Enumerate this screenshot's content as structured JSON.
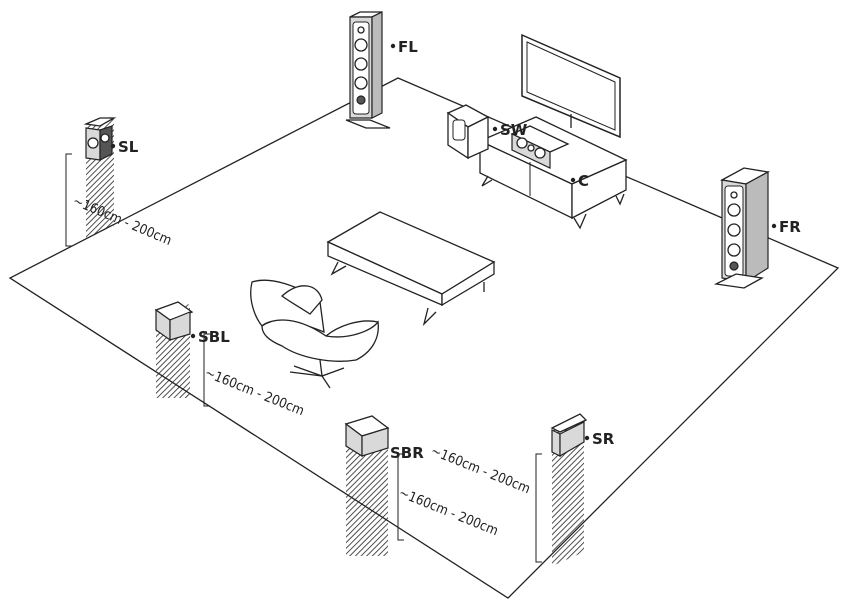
{
  "labels": {
    "fl": "FL",
    "fr": "FR",
    "c": "C",
    "sw": "SW",
    "sl": "SL",
    "sr": "SR",
    "sbl": "SBL",
    "sbr": "SBR"
  },
  "height_range": "~160cm - 200cm"
}
